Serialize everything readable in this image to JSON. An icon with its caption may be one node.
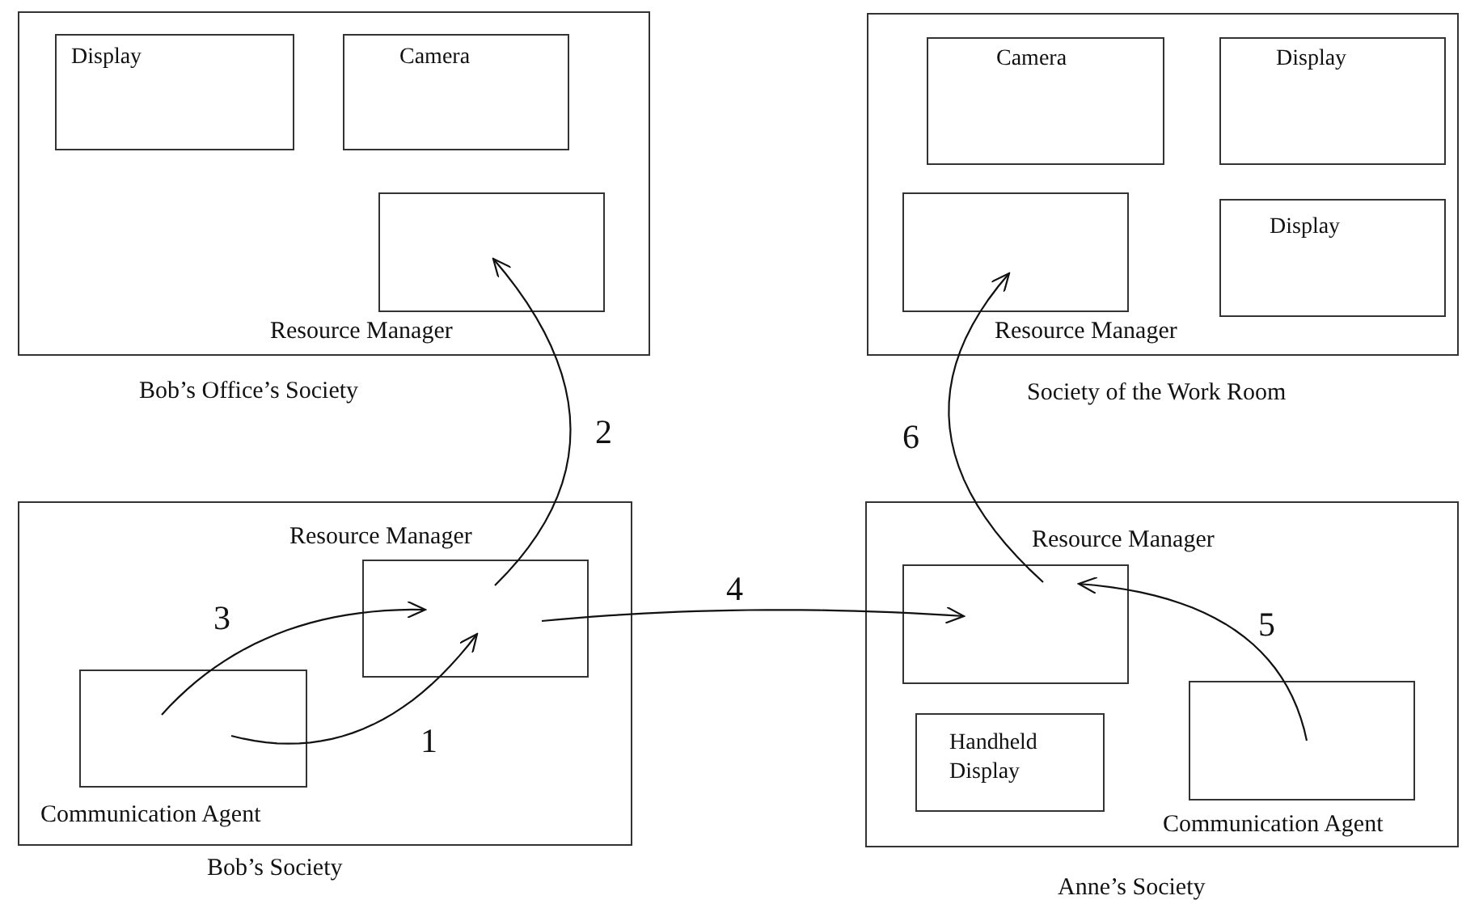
{
  "diagram": {
    "nodes": [
      {
        "text": [
          "Bob’s Office’s Society"
        ]
      },
      {
        "text": [
          "Display"
        ],
        "in": 0
      },
      {
        "text": [
          "Camera"
        ],
        "in": 0
      },
      {
        "text": [
          "Resource Manager"
        ],
        "in": 0
      },
      {
        "text": [
          "Society of the Work Room"
        ]
      },
      {
        "text": [
          "Camera"
        ],
        "in": 4
      },
      {
        "text": [
          "Display"
        ],
        "in": 4
      },
      {
        "text": [
          "Resource Manager"
        ],
        "in": 4
      },
      {
        "text": [
          "Display"
        ],
        "in": 4
      },
      {
        "text": [
          "Bob’s Society"
        ]
      },
      {
        "text": [
          "Resource Manager"
        ],
        "in": 9
      },
      {
        "text": [
          "Communication Agent"
        ],
        "in": 9
      },
      {
        "text": [
          "Anne’s Society"
        ]
      },
      {
        "text": [
          "Resource Manager"
        ],
        "in": 12
      },
      {
        "text": [
          "Handheld Display"
        ],
        "in": 12
      },
      {
        "text": [
          "Communication Agent"
        ],
        "in": 12
      }
    ],
    "edges": [
      {
        "from": 11,
        "to": 10,
        "arrow": "to",
        "label": "1"
      },
      {
        "from": 10,
        "to": 3,
        "arrow": "to",
        "label": "2"
      },
      {
        "from": 11,
        "to": 10,
        "arrow": "to",
        "label": "3"
      },
      {
        "from": 10,
        "to": 13,
        "arrow": "to",
        "label": "4"
      },
      {
        "from": 15,
        "to": 13,
        "arrow": "to",
        "label": "5"
      },
      {
        "from": 13,
        "to": 7,
        "arrow": "to",
        "label": "6"
      }
    ]
  }
}
